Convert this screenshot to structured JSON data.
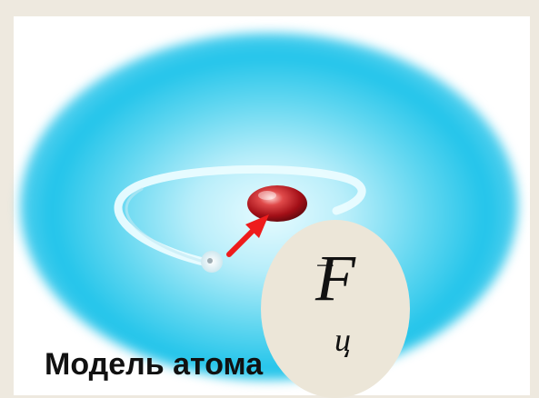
{
  "diagram": {
    "force_symbol": "F",
    "force_subscript": "ц",
    "force_arrow_glyph": "→",
    "caption": "Модель атома"
  },
  "colors": {
    "background": "#eee9df",
    "glow_center": "#e8fbff",
    "glow_edge": "#22c4ea",
    "nucleus": "#b5161c",
    "force_arrow": "#ee1c1c",
    "orbit": "#e9fcff",
    "bubble": "#ece6d8"
  },
  "icons": {
    "nucleus": "nucleus-icon",
    "electron": "electron-icon",
    "orbit": "orbit-path-icon",
    "force_arrow": "force-arrow-icon"
  }
}
